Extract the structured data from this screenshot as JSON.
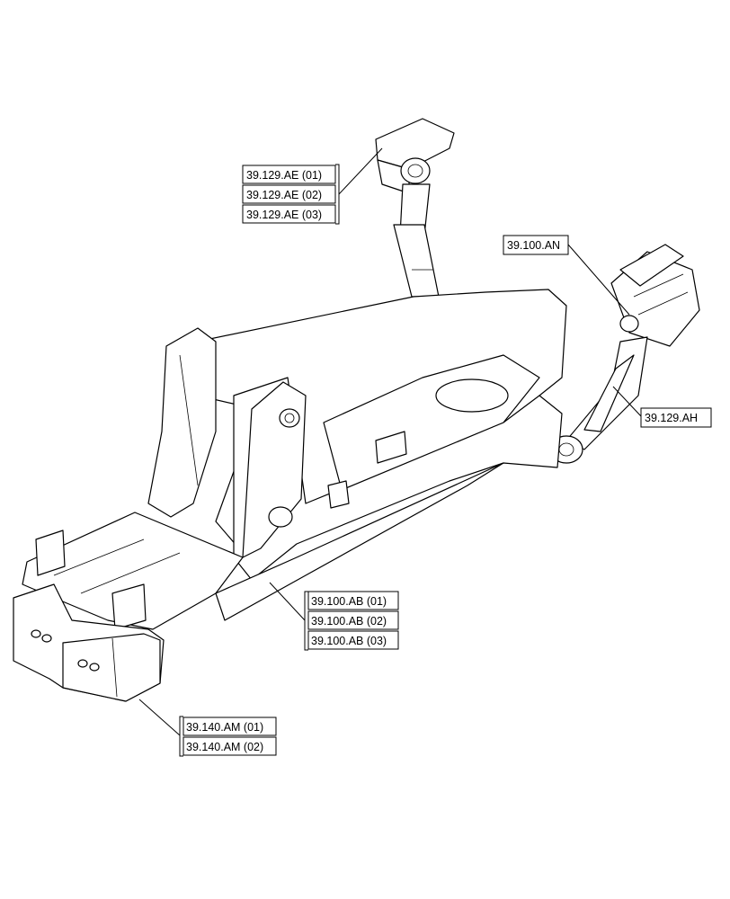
{
  "callouts": {
    "top_pivot": [
      "39.129.AE (01)",
      "39.129.AE (02)",
      "39.129.AE (03)"
    ],
    "rear_plate": [
      "39.100.AN"
    ],
    "right_arm": [
      "39.129.AH"
    ],
    "main_frame": [
      "39.100.AB (01)",
      "39.100.AB (02)",
      "39.100.AB (03)"
    ],
    "counterweight": [
      "39.140.AM (01)",
      "39.140.AM (02)"
    ]
  }
}
